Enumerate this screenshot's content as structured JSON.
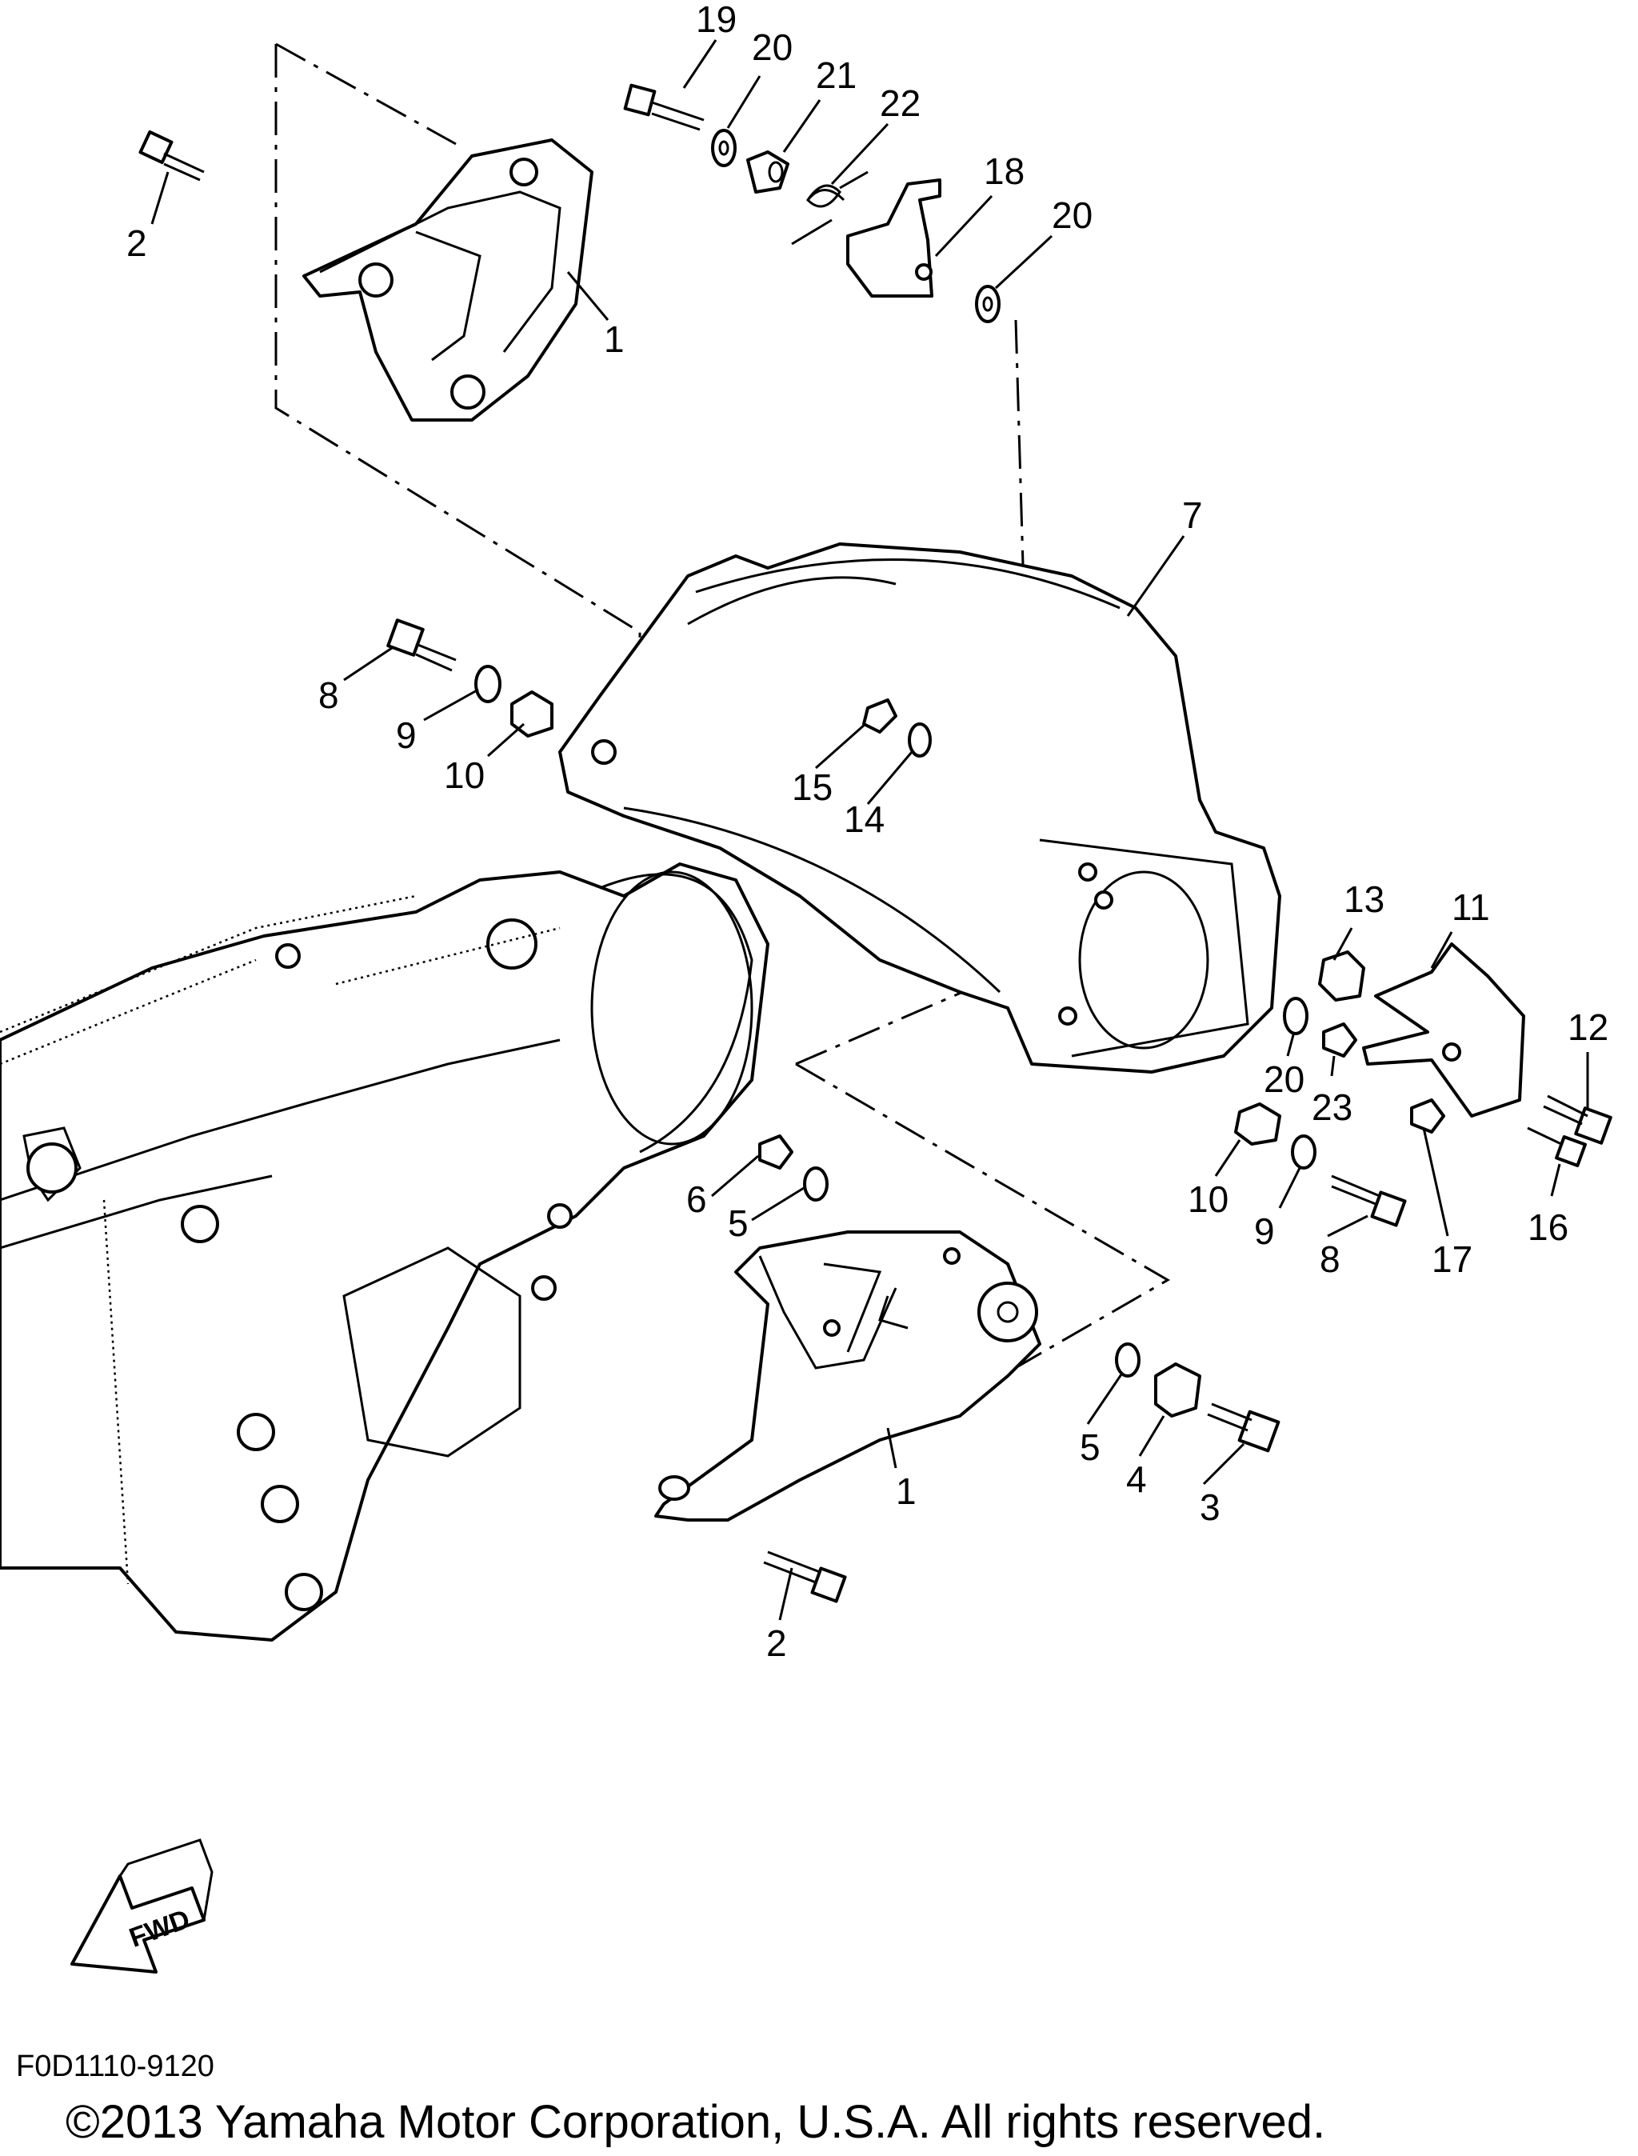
{
  "diagram": {
    "callouts": [
      {
        "id": "c19",
        "label": "19"
      },
      {
        "id": "c20a",
        "label": "20"
      },
      {
        "id": "c21",
        "label": "21"
      },
      {
        "id": "c22",
        "label": "22"
      },
      {
        "id": "c18",
        "label": "18"
      },
      {
        "id": "c20b",
        "label": "20"
      },
      {
        "id": "c2a",
        "label": "2"
      },
      {
        "id": "c1a",
        "label": "1"
      },
      {
        "id": "c7",
        "label": "7"
      },
      {
        "id": "c8a",
        "label": "8"
      },
      {
        "id": "c9a",
        "label": "9"
      },
      {
        "id": "c10a",
        "label": "10"
      },
      {
        "id": "c15",
        "label": "15"
      },
      {
        "id": "c14",
        "label": "14"
      },
      {
        "id": "c13",
        "label": "13"
      },
      {
        "id": "c11",
        "label": "11"
      },
      {
        "id": "c12",
        "label": "12"
      },
      {
        "id": "c20c",
        "label": "20"
      },
      {
        "id": "c23",
        "label": "23"
      },
      {
        "id": "c10b",
        "label": "10"
      },
      {
        "id": "c9b",
        "label": "9"
      },
      {
        "id": "c8b",
        "label": "8"
      },
      {
        "id": "c17",
        "label": "17"
      },
      {
        "id": "c16",
        "label": "16"
      },
      {
        "id": "c6",
        "label": "6"
      },
      {
        "id": "c5a",
        "label": "5"
      },
      {
        "id": "c5b",
        "label": "5"
      },
      {
        "id": "c4",
        "label": "4"
      },
      {
        "id": "c3",
        "label": "3"
      },
      {
        "id": "c1b",
        "label": "1"
      },
      {
        "id": "c2b",
        "label": "2"
      }
    ],
    "fwd_label": "FWD",
    "figure_code": "F0D1110-9120",
    "copyright": "©2013 Yamaha Motor Corporation, U.S.A. All rights reserved."
  }
}
